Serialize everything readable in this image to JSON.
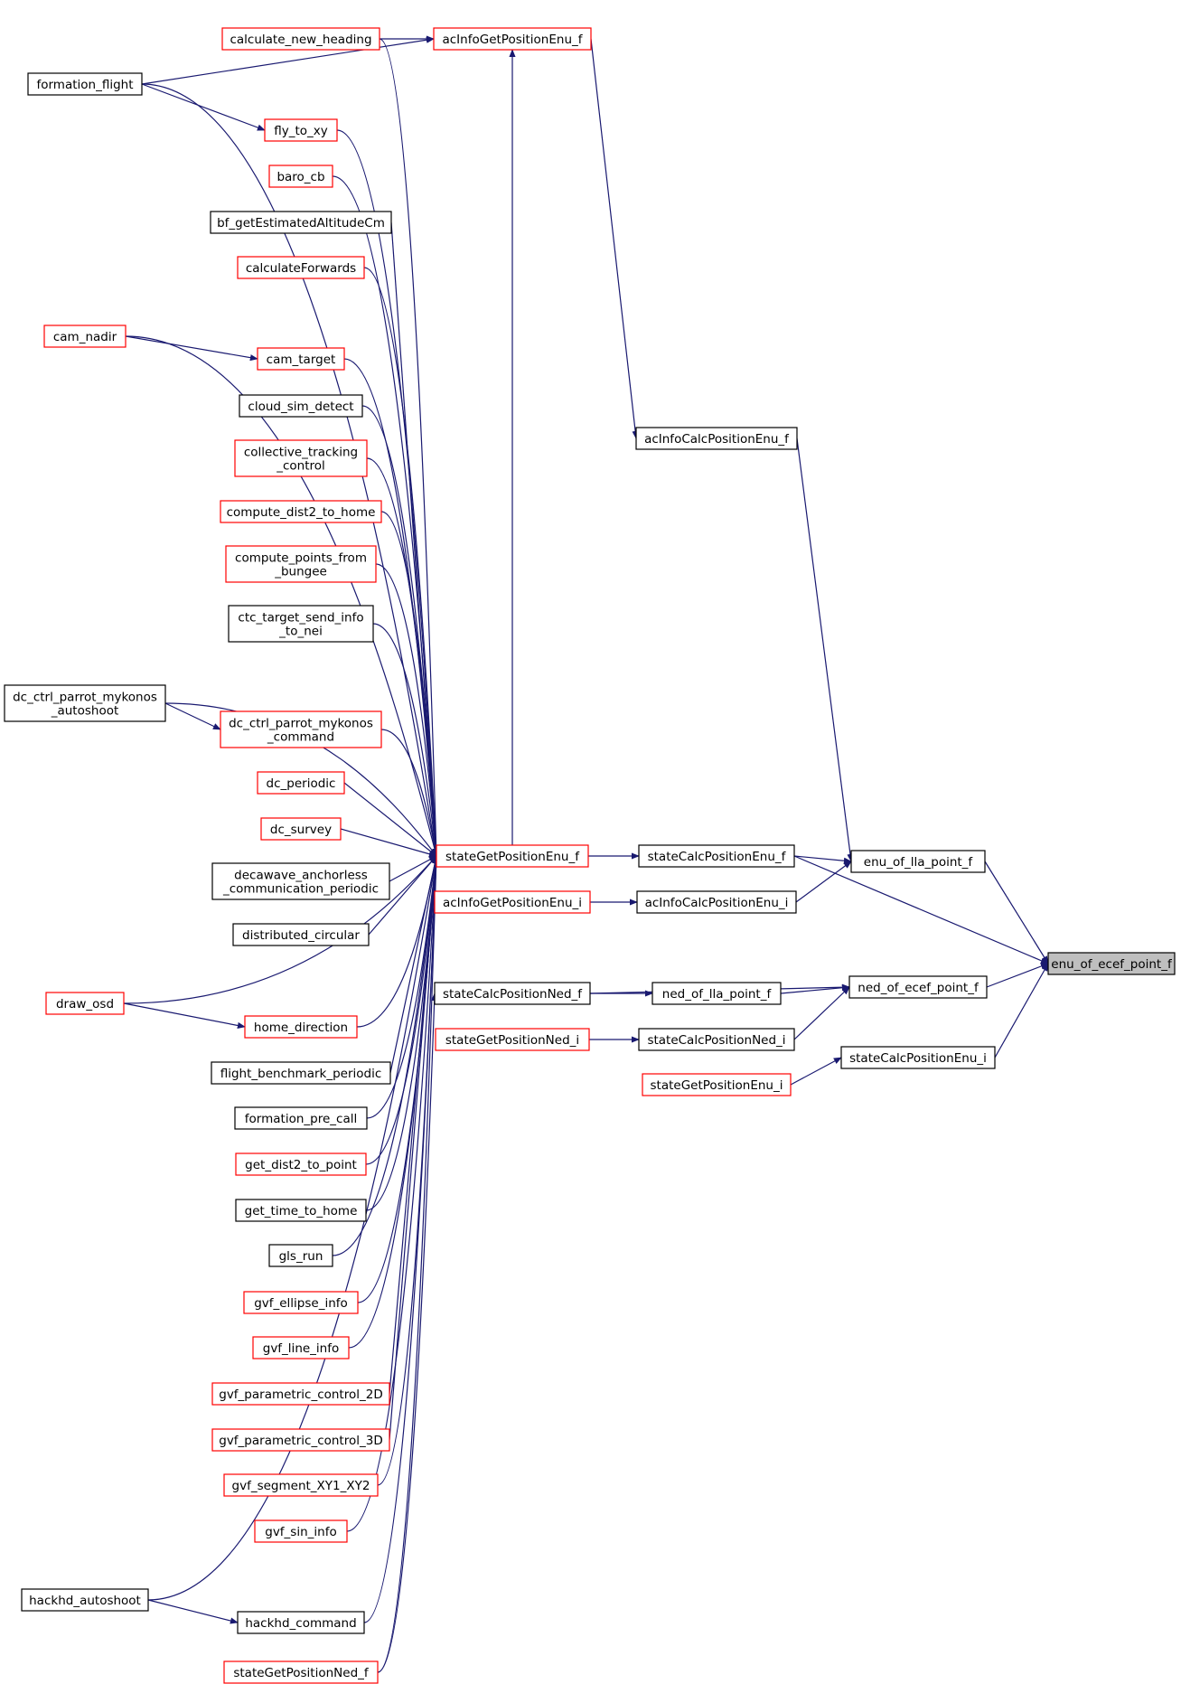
{
  "colors": {
    "edge": "#191970",
    "node_link": "#ff0000",
    "node_plain": "#000000",
    "node_focus_fill": "#bfbfbf"
  },
  "nodes": {
    "enu_of_ecef_point_f": {
      "label": "enu_of_ecef_point_f",
      "style": "focus"
    },
    "ned_of_ecef_point_f": {
      "label": "ned_of_ecef_point_f",
      "style": "plain"
    },
    "enu_of_lla_point_f": {
      "label": "enu_of_lla_point_f",
      "style": "plain"
    },
    "stateCalcPositionEnu_i": {
      "label": "stateCalcPositionEnu_i",
      "style": "plain"
    },
    "stateGetPositionEnu_i": {
      "label": "stateGetPositionEnu_i",
      "style": "link"
    },
    "ned_of_lla_point_f": {
      "label": "ned_of_lla_point_f",
      "style": "plain"
    },
    "stateCalcPositionNed_i": {
      "label": "stateCalcPositionNed_i",
      "style": "plain"
    },
    "stateGetPositionNed_i": {
      "label": "stateGetPositionNed_i",
      "style": "link"
    },
    "stateCalcPositionNed_f": {
      "label": "stateCalcPositionNed_f",
      "style": "plain"
    },
    "stateCalcPositionEnu_f": {
      "label": "stateCalcPositionEnu_f",
      "style": "plain"
    },
    "acInfoCalcPositionEnu_i": {
      "label": "acInfoCalcPositionEnu_i",
      "style": "plain"
    },
    "acInfoGetPositionEnu_i": {
      "label": "acInfoGetPositionEnu_i",
      "style": "link"
    },
    "acInfoCalcPositionEnu_f": {
      "label": "acInfoCalcPositionEnu_f",
      "style": "plain"
    },
    "acInfoGetPositionEnu_f": {
      "label": "acInfoGetPositionEnu_f",
      "style": "link"
    },
    "stateGetPositionEnu_f": {
      "label": "stateGetPositionEnu_f",
      "style": "link"
    },
    "stateGetPositionNed_f": {
      "label": "stateGetPositionNed_f",
      "style": "link"
    },
    "calculate_new_heading": {
      "label": "calculate_new_heading",
      "style": "link"
    },
    "formation_flight": {
      "label": "formation_flight",
      "style": "plain"
    },
    "fly_to_xy": {
      "label": "fly_to_xy",
      "style": "link"
    },
    "baro_cb": {
      "label": "baro_cb",
      "style": "link"
    },
    "bf_getEstimatedAltitudeCm": {
      "label": "bf_getEstimatedAltitudeCm",
      "style": "plain"
    },
    "calculateForwards": {
      "label": "calculateForwards",
      "style": "link"
    },
    "cam_nadir": {
      "label": "cam_nadir",
      "style": "link"
    },
    "cam_target": {
      "label": "cam_target",
      "style": "link"
    },
    "cloud_sim_detect": {
      "label": "cloud_sim_detect",
      "style": "plain"
    },
    "collective_tracking_control": {
      "label": "collective_tracking\n_control",
      "style": "link"
    },
    "compute_dist2_to_home": {
      "label": "compute_dist2_to_home",
      "style": "link"
    },
    "compute_points_from_bungee": {
      "label": "compute_points_from\n_bungee",
      "style": "link"
    },
    "ctc_target_send_info_to_nei": {
      "label": "ctc_target_send_info\n_to_nei",
      "style": "plain"
    },
    "dc_ctrl_parrot_mykonos_autoshoot": {
      "label": "dc_ctrl_parrot_mykonos\n_autoshoot",
      "style": "plain"
    },
    "dc_ctrl_parrot_mykonos_command": {
      "label": "dc_ctrl_parrot_mykonos\n_command",
      "style": "link"
    },
    "dc_periodic": {
      "label": "dc_periodic",
      "style": "link"
    },
    "dc_survey": {
      "label": "dc_survey",
      "style": "link"
    },
    "decawave_anchorless_communication_periodic": {
      "label": "decawave_anchorless\n_communication_periodic",
      "style": "plain"
    },
    "distributed_circular": {
      "label": "distributed_circular",
      "style": "plain"
    },
    "draw_osd": {
      "label": "draw_osd",
      "style": "link"
    },
    "home_direction": {
      "label": "home_direction",
      "style": "link"
    },
    "flight_benchmark_periodic": {
      "label": "flight_benchmark_periodic",
      "style": "plain"
    },
    "formation_pre_call": {
      "label": "formation_pre_call",
      "style": "plain"
    },
    "get_dist2_to_point": {
      "label": "get_dist2_to_point",
      "style": "link"
    },
    "get_time_to_home": {
      "label": "get_time_to_home",
      "style": "plain"
    },
    "gls_run": {
      "label": "gls_run",
      "style": "plain"
    },
    "gvf_ellipse_info": {
      "label": "gvf_ellipse_info",
      "style": "link"
    },
    "gvf_line_info": {
      "label": "gvf_line_info",
      "style": "link"
    },
    "gvf_parametric_control_2D": {
      "label": "gvf_parametric_control_2D",
      "style": "link"
    },
    "gvf_parametric_control_3D": {
      "label": "gvf_parametric_control_3D",
      "style": "link"
    },
    "gvf_segment_XY1_XY2": {
      "label": "gvf_segment_XY1_XY2",
      "style": "link"
    },
    "gvf_sin_info": {
      "label": "gvf_sin_info",
      "style": "link"
    },
    "hackhd_autoshoot": {
      "label": "hackhd_autoshoot",
      "style": "plain"
    },
    "hackhd_command": {
      "label": "hackhd_command",
      "style": "plain"
    }
  },
  "edges": [
    [
      "ned_of_ecef_point_f",
      "enu_of_ecef_point_f"
    ],
    [
      "enu_of_lla_point_f",
      "enu_of_ecef_point_f"
    ],
    [
      "stateCalcPositionEnu_f",
      "enu_of_ecef_point_f"
    ],
    [
      "stateCalcPositionEnu_i",
      "enu_of_ecef_point_f"
    ],
    [
      "stateGetPositionEnu_i",
      "stateCalcPositionEnu_i"
    ],
    [
      "ned_of_lla_point_f",
      "ned_of_ecef_point_f"
    ],
    [
      "stateCalcPositionNed_f",
      "ned_of_ecef_point_f"
    ],
    [
      "stateCalcPositionNed_i",
      "ned_of_ecef_point_f"
    ],
    [
      "stateGetPositionNed_i",
      "stateCalcPositionNed_i"
    ],
    [
      "stateCalcPositionNed_f",
      "ned_of_lla_point_f"
    ],
    [
      "stateGetPositionNed_f",
      "stateCalcPositionNed_f"
    ],
    [
      "stateCalcPositionEnu_f",
      "enu_of_lla_point_f"
    ],
    [
      "acInfoCalcPositionEnu_i",
      "enu_of_lla_point_f"
    ],
    [
      "acInfoCalcPositionEnu_f",
      "enu_of_lla_point_f"
    ],
    [
      "acInfoGetPositionEnu_i",
      "acInfoCalcPositionEnu_i"
    ],
    [
      "acInfoGetPositionEnu_f",
      "acInfoCalcPositionEnu_f"
    ],
    [
      "stateGetPositionEnu_f",
      "stateCalcPositionEnu_f"
    ],
    [
      "stateGetPositionEnu_f",
      "acInfoGetPositionEnu_f"
    ],
    [
      "calculate_new_heading",
      "acInfoGetPositionEnu_f"
    ],
    [
      "formation_flight",
      "acInfoGetPositionEnu_f"
    ],
    [
      "formation_flight",
      "stateGetPositionEnu_f"
    ],
    [
      "formation_flight",
      "fly_to_xy"
    ],
    [
      "fly_to_xy",
      "stateGetPositionEnu_f"
    ],
    [
      "calculate_new_heading",
      "stateGetPositionEnu_f"
    ],
    [
      "baro_cb",
      "stateGetPositionEnu_f"
    ],
    [
      "bf_getEstimatedAltitudeCm",
      "stateGetPositionEnu_f"
    ],
    [
      "calculateForwards",
      "stateGetPositionEnu_f"
    ],
    [
      "cam_nadir",
      "stateGetPositionEnu_f"
    ],
    [
      "cam_nadir",
      "cam_target"
    ],
    [
      "cam_target",
      "stateGetPositionEnu_f"
    ],
    [
      "cloud_sim_detect",
      "stateGetPositionEnu_f"
    ],
    [
      "collective_tracking_control",
      "stateGetPositionEnu_f"
    ],
    [
      "compute_dist2_to_home",
      "stateGetPositionEnu_f"
    ],
    [
      "compute_points_from_bungee",
      "stateGetPositionEnu_f"
    ],
    [
      "ctc_target_send_info_to_nei",
      "stateGetPositionEnu_f"
    ],
    [
      "dc_ctrl_parrot_mykonos_autoshoot",
      "stateGetPositionEnu_f"
    ],
    [
      "dc_ctrl_parrot_mykonos_autoshoot",
      "dc_ctrl_parrot_mykonos_command"
    ],
    [
      "dc_ctrl_parrot_mykonos_command",
      "stateGetPositionEnu_f"
    ],
    [
      "dc_periodic",
      "stateGetPositionEnu_f"
    ],
    [
      "dc_survey",
      "stateGetPositionEnu_f"
    ],
    [
      "decawave_anchorless_communication_periodic",
      "stateGetPositionEnu_f"
    ],
    [
      "distributed_circular",
      "stateGetPositionEnu_f"
    ],
    [
      "draw_osd",
      "stateGetPositionEnu_f"
    ],
    [
      "draw_osd",
      "home_direction"
    ],
    [
      "home_direction",
      "stateGetPositionEnu_f"
    ],
    [
      "flight_benchmark_periodic",
      "stateGetPositionEnu_f"
    ],
    [
      "formation_pre_call",
      "stateGetPositionEnu_f"
    ],
    [
      "get_dist2_to_point",
      "stateGetPositionEnu_f"
    ],
    [
      "get_time_to_home",
      "stateGetPositionEnu_f"
    ],
    [
      "gls_run",
      "stateGetPositionEnu_f"
    ],
    [
      "gvf_ellipse_info",
      "stateGetPositionEnu_f"
    ],
    [
      "gvf_line_info",
      "stateGetPositionEnu_f"
    ],
    [
      "gvf_parametric_control_2D",
      "stateGetPositionEnu_f"
    ],
    [
      "gvf_parametric_control_3D",
      "stateGetPositionEnu_f"
    ],
    [
      "gvf_segment_XY1_XY2",
      "stateGetPositionEnu_f"
    ],
    [
      "gvf_sin_info",
      "stateGetPositionEnu_f"
    ],
    [
      "hackhd_autoshoot",
      "stateGetPositionEnu_f"
    ],
    [
      "hackhd_autoshoot",
      "hackhd_command"
    ],
    [
      "hackhd_command",
      "stateGetPositionEnu_f"
    ],
    [
      "stateGetPositionNed_f",
      "stateGetPositionEnu_f"
    ]
  ]
}
